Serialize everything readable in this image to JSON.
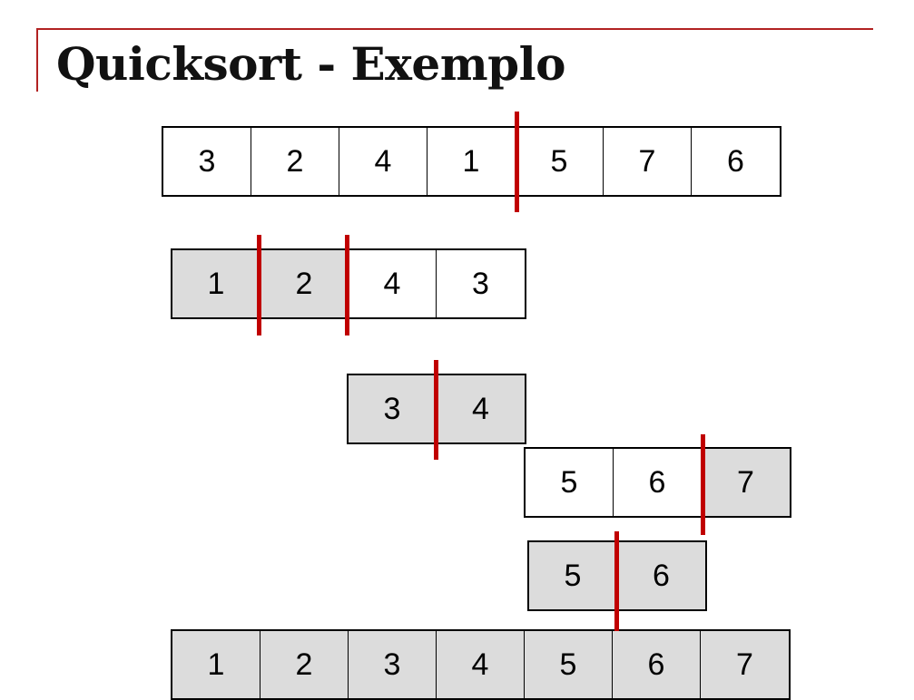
{
  "title": "Quicksort - Exemplo",
  "colors": {
    "accent": "#c00000",
    "frame": "#b22222",
    "sorted_fill": "#dcdcdc"
  },
  "rows": [
    {
      "cells": [
        {
          "value": "3",
          "sorted": false
        },
        {
          "value": "2",
          "sorted": false
        },
        {
          "value": "4",
          "sorted": false
        },
        {
          "value": "1",
          "sorted": false
        },
        {
          "value": "5",
          "sorted": false
        },
        {
          "value": "7",
          "sorted": false
        },
        {
          "value": "6",
          "sorted": false
        }
      ]
    },
    {
      "cells": [
        {
          "value": "1",
          "sorted": true
        },
        {
          "value": "2",
          "sorted": true
        },
        {
          "value": "4",
          "sorted": false
        },
        {
          "value": "3",
          "sorted": false
        }
      ]
    },
    {
      "cells": [
        {
          "value": "3",
          "sorted": true
        },
        {
          "value": "4",
          "sorted": true
        }
      ]
    },
    {
      "cells": [
        {
          "value": "5",
          "sorted": false
        },
        {
          "value": "6",
          "sorted": false
        },
        {
          "value": "7",
          "sorted": true
        }
      ]
    },
    {
      "cells": [
        {
          "value": "5",
          "sorted": true
        },
        {
          "value": "6",
          "sorted": true
        }
      ]
    },
    {
      "cells": [
        {
          "value": "1",
          "sorted": true
        },
        {
          "value": "2",
          "sorted": true
        },
        {
          "value": "3",
          "sorted": true
        },
        {
          "value": "4",
          "sorted": true
        },
        {
          "value": "5",
          "sorted": true
        },
        {
          "value": "6",
          "sorted": true
        },
        {
          "value": "7",
          "sorted": true
        }
      ]
    }
  ]
}
